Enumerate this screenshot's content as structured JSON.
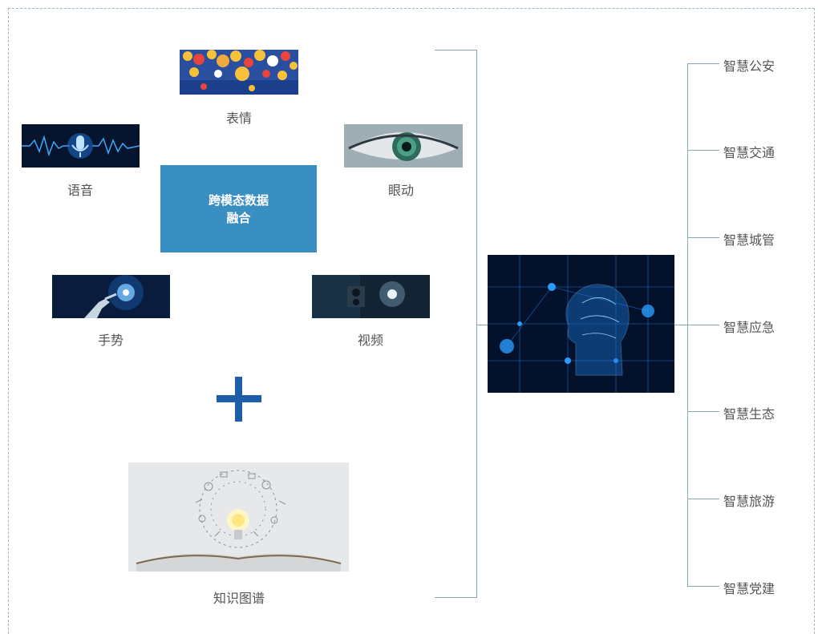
{
  "center": {
    "line1": "跨模态数据",
    "line2": "融合"
  },
  "modalities": {
    "expression": "表情",
    "voice": "语音",
    "eye": "眼动",
    "gesture": "手势",
    "video": "视频",
    "knowledge": "知识图谱"
  },
  "applications": [
    "智慧公安",
    "智慧交通",
    "智慧城管",
    "智慧应急",
    "智慧生态",
    "智慧旅游",
    "智慧党建"
  ],
  "colors": {
    "accent": "#3a8fc2",
    "plus": "#1e5ea8",
    "line": "#86a7b9",
    "frame": "#9ab8c8"
  }
}
